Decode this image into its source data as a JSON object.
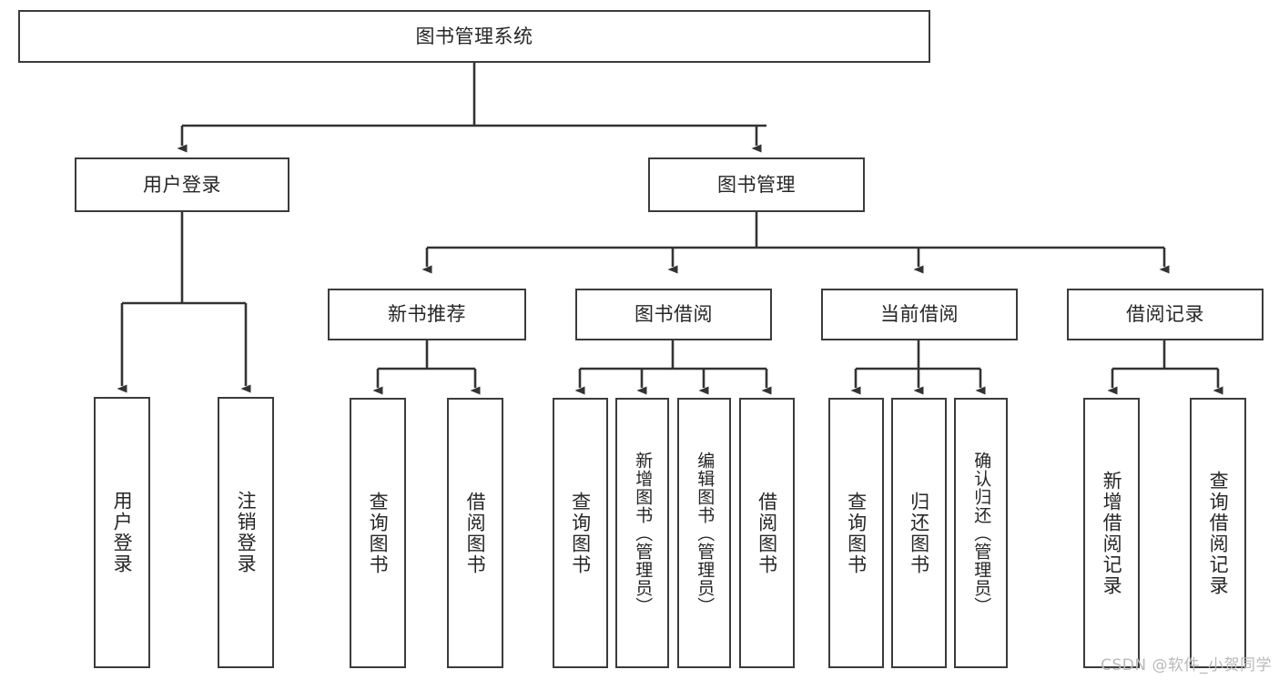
{
  "diagram": {
    "title": "图书管理系统",
    "type": "tree",
    "watermark": "CSDN @软件_小贺同学",
    "colors": {
      "box_border": "#3b3b3b",
      "box_fill": "#ffffff",
      "text": "#262626",
      "connector": "#333333",
      "background": "#ffffff",
      "watermark_text": "#b9b9b9"
    },
    "root": {
      "label": "图书管理系统"
    },
    "level1": [
      {
        "label": "用户登录"
      },
      {
        "label": "图书管理"
      }
    ],
    "level2": [
      {
        "label": "新书推荐"
      },
      {
        "label": "图书借阅"
      },
      {
        "label": "当前借阅"
      },
      {
        "label": "借阅记录"
      }
    ],
    "leaves": {
      "user_login": [
        {
          "label": "用户登录"
        },
        {
          "label": "注销登录"
        }
      ],
      "new_book_recommend": [
        {
          "label": "查询图书"
        },
        {
          "label": "借阅图书"
        }
      ],
      "book_borrow": [
        {
          "label": "查询图书"
        },
        {
          "label": "新增图书（管理员）"
        },
        {
          "label": "编辑图书（管理员）"
        },
        {
          "label": "借阅图书"
        }
      ],
      "current_borrow": [
        {
          "label": "查询图书"
        },
        {
          "label": "归还图书"
        },
        {
          "label": "确认归还（管理员）"
        }
      ],
      "borrow_record": [
        {
          "label": "新增借阅记录"
        },
        {
          "label": "查询借阅记录"
        }
      ]
    }
  }
}
